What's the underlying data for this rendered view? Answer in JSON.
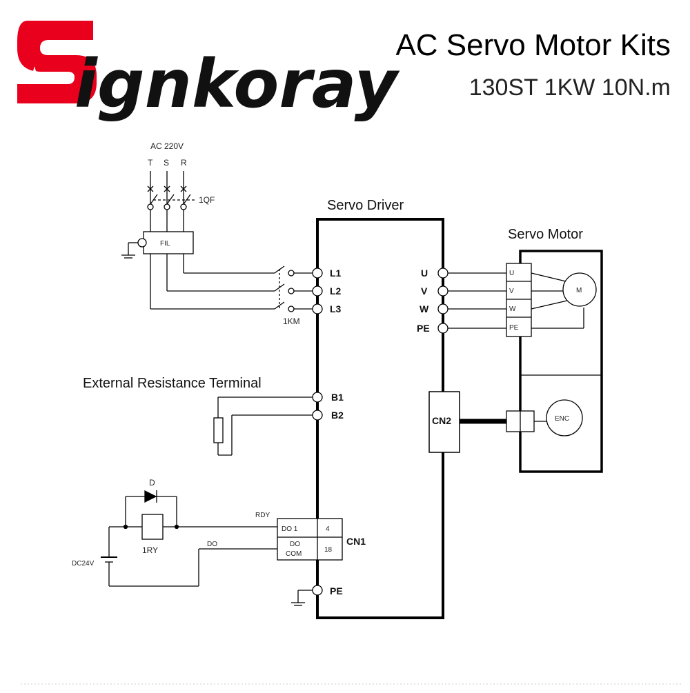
{
  "header": {
    "brand": "ignkoray",
    "title": "AC Servo Motor Kits",
    "subtitle": "130ST 1KW 10N.m"
  },
  "power": {
    "supply": "AC 220V",
    "phases": [
      "T",
      "S",
      "R"
    ],
    "breaker": "1QF",
    "filter": "FIL",
    "contactor": "1KM"
  },
  "driver": {
    "title": "Servo Driver",
    "inputs": [
      "L1",
      "L2",
      "L3"
    ],
    "outputs": [
      "U",
      "V",
      "W",
      "PE"
    ],
    "brake": [
      "B1",
      "B2"
    ],
    "cn2": "CN2",
    "cn1": "CN1",
    "cn1_pins": [
      {
        "name": "DO 1",
        "num": "4"
      },
      {
        "name_line1": "DO",
        "name_line2": "COM",
        "num": "18"
      }
    ],
    "ground": "PE"
  },
  "motor": {
    "title": "Servo Motor",
    "terminals": [
      "U",
      "V",
      "W",
      "PE"
    ],
    "motor_symbol": "M",
    "encoder": "ENC"
  },
  "resistor": {
    "label": "External Resistance Terminal"
  },
  "relay_circuit": {
    "diode": "D",
    "relay": "1RY",
    "supply": "DC24V",
    "rdy_wire": "RDY",
    "do_wire": "DO"
  },
  "colors": {
    "logo_red": "#e8001c",
    "line": "#000000"
  }
}
